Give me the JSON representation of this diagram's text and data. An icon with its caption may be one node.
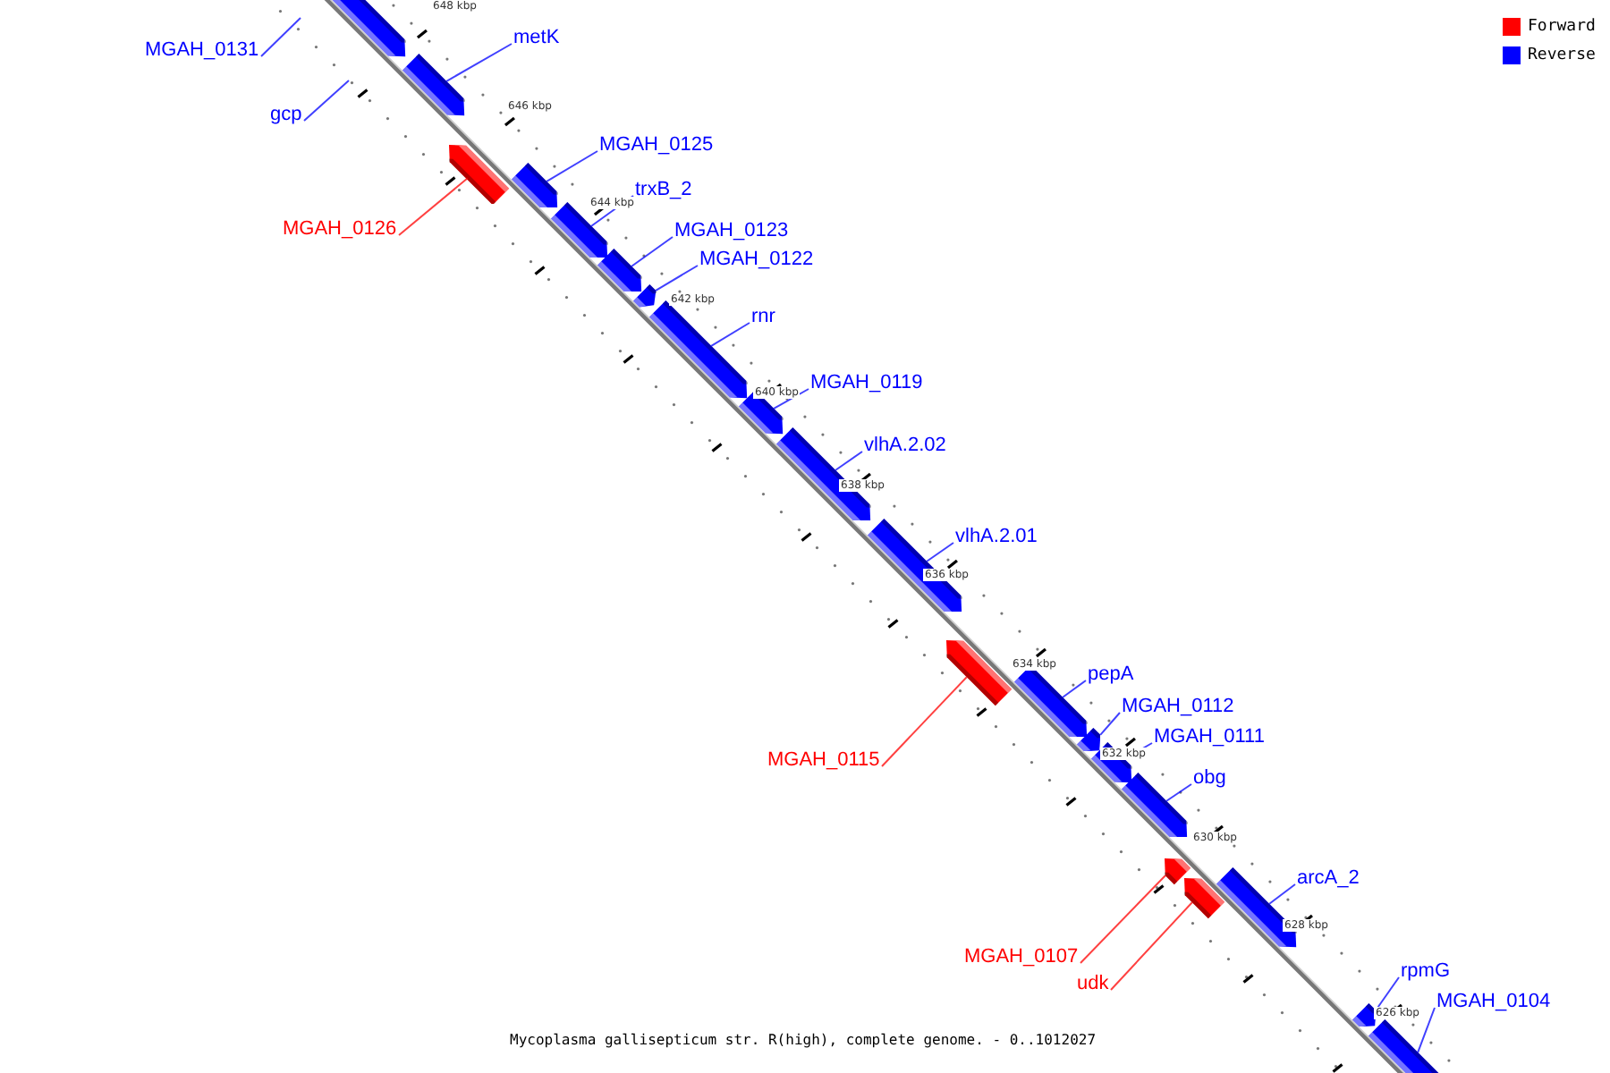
{
  "diagram": {
    "caption": "Mycoplasma gallisepticum str. R(high), complete genome. - 0..1012027",
    "nodes": [
      {
        "text": [
          "MGAH_0131"
        ]
      },
      {
        "text": [],
        "shape": "bar"
      },
      {
        "text": [
          "metK"
        ]
      },
      {
        "text": [],
        "shape": "bar"
      },
      {
        "text": [
          "gcp"
        ]
      },
      {
        "text": [
          "MGAH_0126"
        ]
      },
      {
        "text": [],
        "shape": "bar"
      },
      {
        "text": [
          "MGAH_0125"
        ]
      },
      {
        "text": [],
        "shape": "bar"
      },
      {
        "text": [
          "trxB_2"
        ]
      },
      {
        "text": [],
        "shape": "bar"
      },
      {
        "text": [
          "MGAH_0123"
        ]
      },
      {
        "text": [],
        "shape": "bar"
      },
      {
        "text": [
          "MGAH_0122"
        ]
      },
      {
        "text": [],
        "shape": "bar"
      },
      {
        "text": [
          "rnr"
        ]
      },
      {
        "text": [],
        "shape": "bar"
      },
      {
        "text": [
          "MGAH_0119"
        ]
      },
      {
        "text": [],
        "shape": "bar"
      },
      {
        "text": [
          "vlhA.2.02"
        ]
      },
      {
        "text": [],
        "shape": "bar"
      },
      {
        "text": [
          "vlhA.2.01"
        ]
      },
      {
        "text": [],
        "shape": "bar"
      },
      {
        "text": [
          "MGAH_0115"
        ]
      },
      {
        "text": [],
        "shape": "bar"
      },
      {
        "text": [
          "pepA"
        ]
      },
      {
        "text": [],
        "shape": "bar"
      },
      {
        "text": [
          "MGAH_0112"
        ]
      },
      {
        "text": [],
        "shape": "bar"
      },
      {
        "text": [
          "MGAH_0111"
        ]
      },
      {
        "text": [],
        "shape": "bar"
      },
      {
        "text": [
          "obg"
        ]
      },
      {
        "text": [],
        "shape": "bar"
      },
      {
        "text": [
          "arcA_2"
        ]
      },
      {
        "text": [],
        "shape": "bar"
      },
      {
        "text": [
          "MGAH_0107"
        ]
      },
      {
        "text": [],
        "shape": "bar"
      },
      {
        "text": [
          "udk"
        ]
      },
      {
        "text": [],
        "shape": "bar"
      },
      {
        "text": [
          "rpmG"
        ]
      },
      {
        "text": [],
        "shape": "bar"
      },
      {
        "text": [
          "MGAH_0104"
        ]
      },
      {
        "text": [],
        "shape": "bar"
      }
    ],
    "edges": [
      {
        "from": 0,
        "to": null,
        "arrow": "none"
      },
      {
        "from": 2,
        "to": 3,
        "arrow": "none"
      },
      {
        "from": 4,
        "to": null,
        "arrow": "none"
      },
      {
        "from": 5,
        "to": 6,
        "arrow": "none",
        "color": "#ff0000"
      },
      {
        "from": 7,
        "to": 8,
        "arrow": "none"
      },
      {
        "from": 9,
        "to": 10,
        "arrow": "none"
      },
      {
        "from": 11,
        "to": 12,
        "arrow": "none"
      },
      {
        "from": 13,
        "to": 14,
        "arrow": "none"
      },
      {
        "from": 15,
        "to": 16,
        "arrow": "none"
      },
      {
        "from": 17,
        "to": 18,
        "arrow": "none"
      },
      {
        "from": 19,
        "to": 20,
        "arrow": "none"
      },
      {
        "from": 21,
        "to": 22,
        "arrow": "none"
      },
      {
        "from": 23,
        "to": 24,
        "arrow": "none",
        "color": "#ff0000"
      },
      {
        "from": 25,
        "to": 26,
        "arrow": "none"
      },
      {
        "from": 27,
        "to": 28,
        "arrow": "none"
      },
      {
        "from": 29,
        "to": 30,
        "arrow": "none"
      },
      {
        "from": 31,
        "to": 32,
        "arrow": "none"
      },
      {
        "from": 33,
        "to": 34,
        "arrow": "none"
      },
      {
        "from": 35,
        "to": 36,
        "arrow": "none",
        "color": "#ff0000"
      },
      {
        "from": 37,
        "to": 38,
        "arrow": "none",
        "color": "#ff0000"
      },
      {
        "from": 39,
        "to": 40,
        "arrow": "none"
      },
      {
        "from": 41,
        "to": 42,
        "arrow": "none"
      }
    ],
    "labels": [
      "648 kbp",
      "646 kbp",
      "644 kbp",
      "642 kbp",
      "640 kbp",
      "638 kbp",
      "636 kbp",
      "634 kbp",
      "632 kbp",
      "630 kbp",
      "628 kbp",
      "626 kbp"
    ],
    "legend": [
      {
        "text": "Forward",
        "color": "#ff0000"
      },
      {
        "text": "Reverse",
        "color": "#0000ff"
      }
    ]
  }
}
